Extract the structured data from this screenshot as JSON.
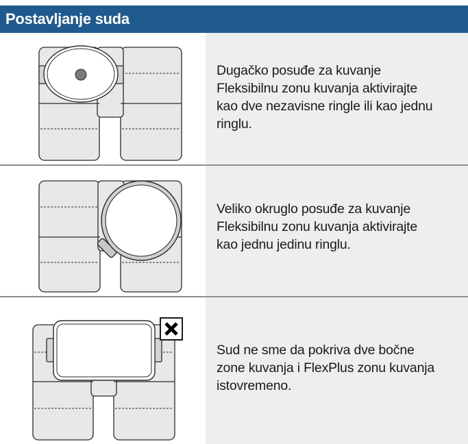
{
  "header": {
    "title": "Postavljanje suda"
  },
  "rows": [
    {
      "lines": [
        "Dugačko posuđe za kuvanje",
        "Fleksibilnu zonu kuvanja aktivirajte",
        "kao dve nezavisne ringle ili kao jednu",
        "ringlu."
      ]
    },
    {
      "lines": [
        "Veliko okruglo posuđe za kuvanje",
        "Fleksibilnu zonu kuvanja aktivirajte",
        "kao jednu jedinu ringlu."
      ]
    },
    {
      "lines": [
        "Sud ne sme da pokriva dve bočne",
        "zone kuvanja i FlexPlus zonu kuvanja",
        "istovremeno."
      ]
    }
  ],
  "colors": {
    "header": "#1f5a8e",
    "panel": "#eeeeee",
    "zone": "#e8e8e8",
    "divider": "#8e8e8e"
  },
  "icons": [
    "cooktop-oval-pot-icon",
    "cooktop-round-pot-icon",
    "cooktop-rect-pot-forbidden-icon",
    "cross-mark-icon"
  ]
}
